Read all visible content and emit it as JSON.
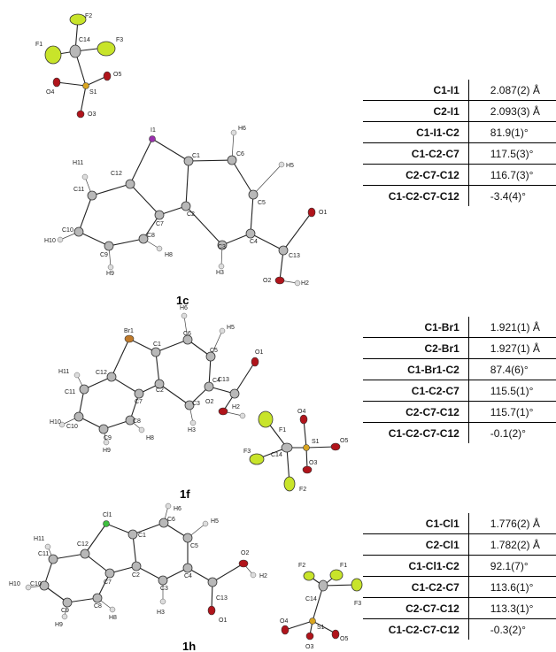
{
  "compounds": [
    {
      "id": "1c",
      "label": "1c",
      "halogen_color": "#9b2fae",
      "atoms": {
        "i1": "I1",
        "c1": "C1",
        "c2": "C2",
        "c3": "C3",
        "c4": "C4",
        "c5": "C5",
        "c6": "C6",
        "c7": "C7",
        "c8": "C8",
        "c9": "C9",
        "c10": "C10",
        "c11": "C11",
        "c12": "C12",
        "c13": "C13",
        "o1": "O1",
        "o2": "O2",
        "h2": "H2",
        "h3": "H3",
        "h5": "H5",
        "h6": "H6",
        "h8": "H8",
        "h9": "H9",
        "h10": "H10",
        "h11": "H11",
        "f1": "F1",
        "f2": "F2",
        "f3": "F3",
        "c14": "C14",
        "s1": "S1",
        "o3": "O3",
        "o4": "O4",
        "o5": "O5"
      },
      "table": [
        {
          "param": "C1-I1",
          "value": "2.087(2) Å"
        },
        {
          "param": "C2-I1",
          "value": "2.093(3) Å"
        },
        {
          "param": "C1-I1-C2",
          "value": "81.9(1)°"
        },
        {
          "param": "C1-C2-C7",
          "value": "117.5(3)°"
        },
        {
          "param": "C2-C7-C12",
          "value": "116.7(3)°"
        },
        {
          "param": "C1-C2-C7-C12",
          "value": "-3.4(4)°"
        }
      ]
    },
    {
      "id": "1f",
      "label": "1f",
      "halogen_color": "#c07a2a",
      "atoms": {
        "x1": "Br1",
        "c1": "C1",
        "c2": "C2",
        "c3": "C3",
        "c4": "C4",
        "c5": "C5",
        "c6": "C6",
        "c7": "C7",
        "c8": "C8",
        "c9": "C9",
        "c10": "C10",
        "c11": "C11",
        "c12": "C12",
        "c13": "C13",
        "o1": "O1",
        "o2": "O2",
        "h2": "H2",
        "h3": "H3",
        "h5": "H5",
        "h6": "H6",
        "h8": "H8",
        "h9": "H9",
        "h10": "H10",
        "h11": "H11",
        "f1": "F1",
        "f2": "F2",
        "f3": "F3",
        "c14": "C14",
        "s1": "S1",
        "o3": "O3",
        "o4": "O4",
        "o5": "O5"
      },
      "table": [
        {
          "param": "C1-Br1",
          "value": "1.921(1) Å"
        },
        {
          "param": "C2-Br1",
          "value": "1.927(1) Å"
        },
        {
          "param": "C1-Br1-C2",
          "value": "87.4(6)°"
        },
        {
          "param": "C1-C2-C7",
          "value": "115.5(1)°"
        },
        {
          "param": "C2-C7-C12",
          "value": "115.7(1)°"
        },
        {
          "param": "C1-C2-C7-C12",
          "value": "-0.1(2)°"
        }
      ]
    },
    {
      "id": "1h",
      "label": "1h",
      "halogen_color": "#3fbf3f",
      "atoms": {
        "x1": "Cl1",
        "c1": "C1",
        "c2": "C2",
        "c3": "C3",
        "c4": "C4",
        "c5": "C5",
        "c6": "C6",
        "c7": "C7",
        "c8": "C8",
        "c9": "C9",
        "c10": "C10",
        "c11": "C11",
        "c12": "C12",
        "c13": "C13",
        "o1": "O1",
        "o2": "O2",
        "h2": "H2",
        "h3": "H3",
        "h5": "H5",
        "h6": "H6",
        "h8": "H8",
        "h9": "H9",
        "h10": "H10",
        "h11": "H11",
        "f1": "F1",
        "f2": "F2",
        "f3": "F3",
        "c14": "C14",
        "s1": "S1",
        "o3": "O3",
        "o4": "O4",
        "o5": "O5"
      },
      "table": [
        {
          "param": "C1-Cl1",
          "value": "1.776(2) Å"
        },
        {
          "param": "C2-Cl1",
          "value": "1.782(2) Å"
        },
        {
          "param": "C1-Cl1-C2",
          "value": "92.1(7)°"
        },
        {
          "param": "C1-C2-C7",
          "value": "113.6(1)°"
        },
        {
          "param": "C2-C7-C12",
          "value": "113.3(1)°"
        },
        {
          "param": "C1-C2-C7-C12",
          "value": "-0.3(2)°"
        }
      ]
    }
  ],
  "colors": {
    "carbon": "#b8b8b8",
    "oxygen": "#b0141b",
    "fluorine": "#c8e42a",
    "sulfur": "#d9a520",
    "hydrogen": "#dcdcdc"
  }
}
